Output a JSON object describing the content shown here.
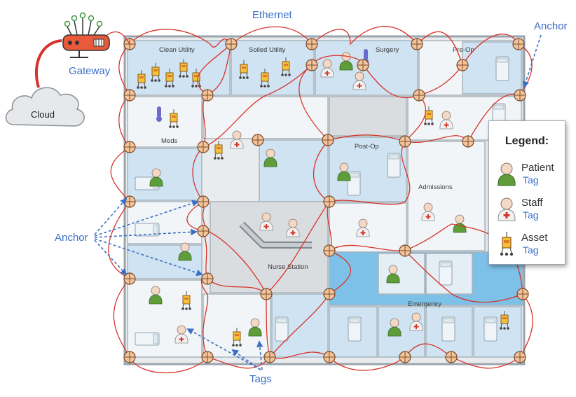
{
  "labels": {
    "ethernet": "Ethernet",
    "gateway": "Gateway",
    "cloud": "Cloud",
    "anchor_top": "Anchor",
    "anchor_left": "Anchor",
    "tags": "Tags"
  },
  "rooms": {
    "clean_utility": "Clean Utility",
    "soiled_utility": "Soiled Utility",
    "surgery": "Surgery",
    "pre_op": "Pre-Op",
    "meds": "Meds",
    "post_op": "Post-Op",
    "admissions": "Admissions",
    "nurse_station": "Nurse Station",
    "emergency": "Emergency"
  },
  "legend": {
    "title": "Legend:",
    "items": [
      {
        "name": "Patient",
        "tag": "Tag",
        "icon": "patient-icon"
      },
      {
        "name": "Staff",
        "tag": "Tag",
        "icon": "staff-icon"
      },
      {
        "name": "Asset",
        "tag": "Tag",
        "icon": "asset-icon"
      }
    ]
  },
  "colors": {
    "wire": "#d8332a",
    "label_blue": "#3b6fc6",
    "room_blue": "#cfe3f2",
    "room_blue_dark": "#7ec1e8",
    "patient_green": "#5e9d3a",
    "anchor_fill": "#f2c49b"
  }
}
